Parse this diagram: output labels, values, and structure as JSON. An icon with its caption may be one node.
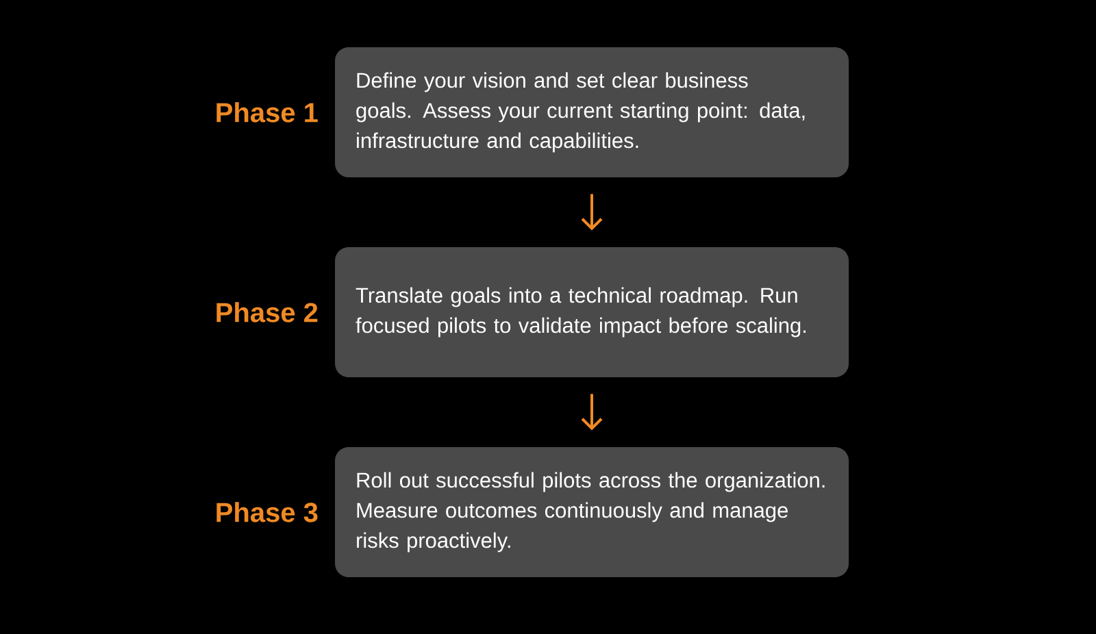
{
  "diagram": {
    "nodes": [
      {
        "text": [
          "Phase 1",
          "Define your vision and set clear business goals. Assess your current starting point: data, infrastructure and capabilities."
        ]
      },
      {
        "text": [
          "Phase 2",
          "Translate goals into a technical roadmap. Run focused pilots to validate impact before scaling."
        ]
      },
      {
        "text": [
          "Phase 3",
          "Roll out successful pilots across the organization. Measure outcomes continuously and manage risks proactively."
        ]
      }
    ],
    "edges": [
      {
        "from": 0,
        "to": 1,
        "arrow": "to"
      },
      {
        "from": 1,
        "to": 2,
        "arrow": "to"
      }
    ]
  }
}
